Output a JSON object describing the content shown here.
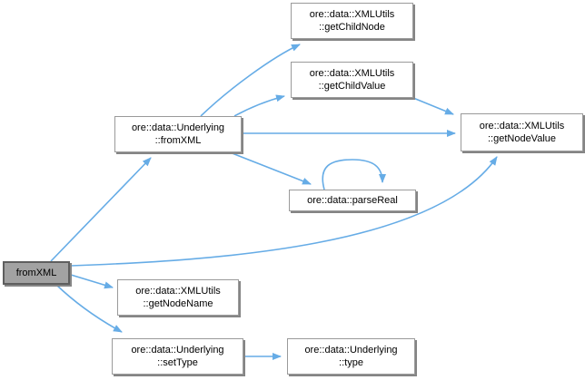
{
  "diagram": {
    "kind": "doxygen-call-graph",
    "colors": {
      "background": "#ffffff",
      "edge": "#66ace6",
      "node_fill": "#ffffff",
      "node_border": "#9a9a9a",
      "node_shadow": "#858585",
      "current_node_fill": "#a2a2a2",
      "current_node_border": "#5e5e5e",
      "text": "#000000"
    },
    "nodes": {
      "fromXML": {
        "line1": "fromXML"
      },
      "underlyingFromXML": {
        "line1": "ore::data::Underlying",
        "line2": "::fromXML"
      },
      "getChildNode": {
        "line1": "ore::data::XMLUtils",
        "line2": "::getChildNode"
      },
      "getChildValue": {
        "line1": "ore::data::XMLUtils",
        "line2": "::getChildValue"
      },
      "getNodeValue": {
        "line1": "ore::data::XMLUtils",
        "line2": "::getNodeValue"
      },
      "parseReal": {
        "line1": "ore::data::parseReal"
      },
      "getNodeName": {
        "line1": "ore::data::XMLUtils",
        "line2": "::getNodeName"
      },
      "setType": {
        "line1": "ore::data::Underlying",
        "line2": "::setType"
      },
      "type": {
        "line1": "ore::data::Underlying",
        "line2": "::type"
      }
    },
    "edges": [
      {
        "from": "fromXML",
        "to": "ore::data::Underlying::fromXML"
      },
      {
        "from": "fromXML",
        "to": "ore::data::XMLUtils::getNodeValue"
      },
      {
        "from": "fromXML",
        "to": "ore::data::XMLUtils::getNodeName"
      },
      {
        "from": "fromXML",
        "to": "ore::data::Underlying::setType"
      },
      {
        "from": "ore::data::Underlying::fromXML",
        "to": "ore::data::XMLUtils::getChildNode"
      },
      {
        "from": "ore::data::Underlying::fromXML",
        "to": "ore::data::XMLUtils::getChildValue"
      },
      {
        "from": "ore::data::Underlying::fromXML",
        "to": "ore::data::XMLUtils::getNodeValue"
      },
      {
        "from": "ore::data::Underlying::fromXML",
        "to": "ore::data::parseReal"
      },
      {
        "from": "ore::data::parseReal",
        "to": "ore::data::parseReal"
      },
      {
        "from": "ore::data::XMLUtils::getChildValue",
        "to": "ore::data::XMLUtils::getNodeValue"
      },
      {
        "from": "ore::data::Underlying::setType",
        "to": "ore::data::Underlying::type"
      }
    ]
  }
}
